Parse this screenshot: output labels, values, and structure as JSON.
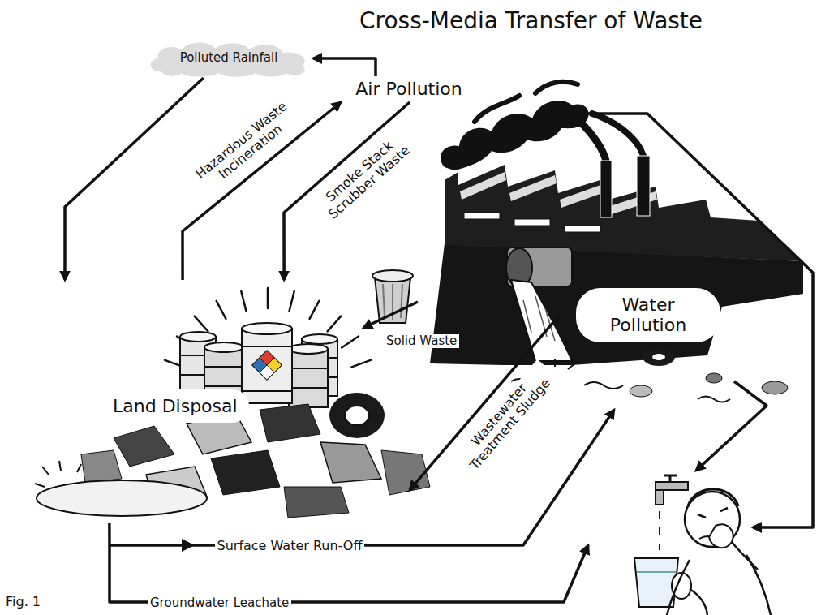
{
  "diagram": {
    "title": "Cross-Media Transfer of Waste",
    "caption": "Fig. 1",
    "nodes": [
      {
        "text": [
          "Polluted Rainfall"
        ]
      },
      {
        "text": [
          "Air Pollution"
        ]
      },
      {
        "text": [
          "Water Pollution"
        ]
      },
      {
        "text": [
          "Land Disposal"
        ]
      }
    ],
    "edges": [
      {
        "from": 1,
        "to": 0,
        "arrow": "to"
      },
      {
        "from": 0,
        "to": 3,
        "arrow": "to"
      },
      {
        "from": 3,
        "to": 1,
        "label": "Hazardous Waste Incineration",
        "arrow": "to"
      },
      {
        "from": 1,
        "to": 3,
        "label": "Smoke Stack Scrubber Waste",
        "arrow": "to"
      },
      {
        "from": 2,
        "to": 3,
        "label": "Wastewater Treatment Sludge",
        "arrow": "to"
      },
      {
        "from": 3,
        "to": 2,
        "label": "Surface Water Run-Off",
        "arrow": "to"
      }
    ],
    "labels": [
      "Solid Waste",
      "Groundwater Leachate"
    ]
  }
}
